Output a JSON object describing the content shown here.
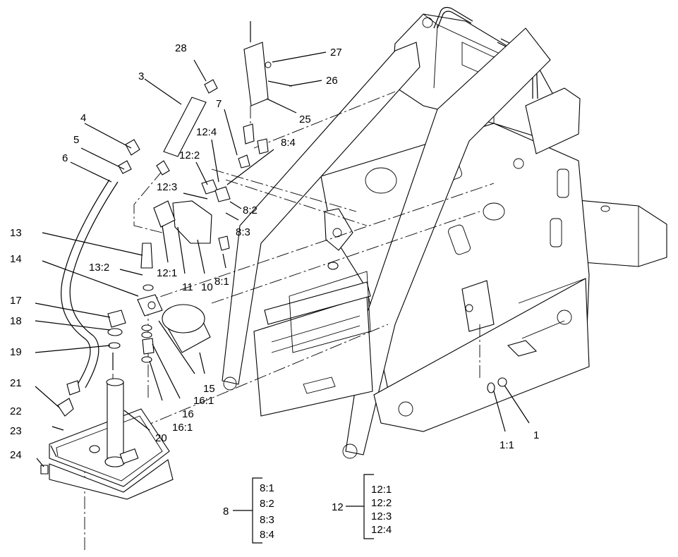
{
  "callouts": {
    "p1": "1",
    "p1_1": "1:1",
    "p3": "3",
    "p4": "4",
    "p5": "5",
    "p6": "6",
    "p7": "7",
    "p8_1": "8:1",
    "p8_2": "8:2",
    "p8_3": "8:3",
    "p8_4": "8:4",
    "p10": "10",
    "p11": "11",
    "p12_1": "12:1",
    "p12_2": "12:2",
    "p12_3": "12:3",
    "p12_4": "12:4",
    "p13": "13",
    "p13_2": "13:2",
    "p14": "14",
    "p15": "15",
    "p16": "16",
    "p16_1a": "16:1",
    "p16_1b": "16:1",
    "p17": "17",
    "p18": "18",
    "p19": "19",
    "p20": "20",
    "p21": "21",
    "p22": "22",
    "p23": "23",
    "p24": "24",
    "p25": "25",
    "p26": "26",
    "p27": "27",
    "p28": "28"
  },
  "legend_8": {
    "key": "8",
    "items": [
      "8:1",
      "8:2",
      "8:3",
      "8:4"
    ]
  },
  "legend_12": {
    "key": "12",
    "items": [
      "12:1",
      "12:2",
      "12:3",
      "12:4"
    ]
  }
}
